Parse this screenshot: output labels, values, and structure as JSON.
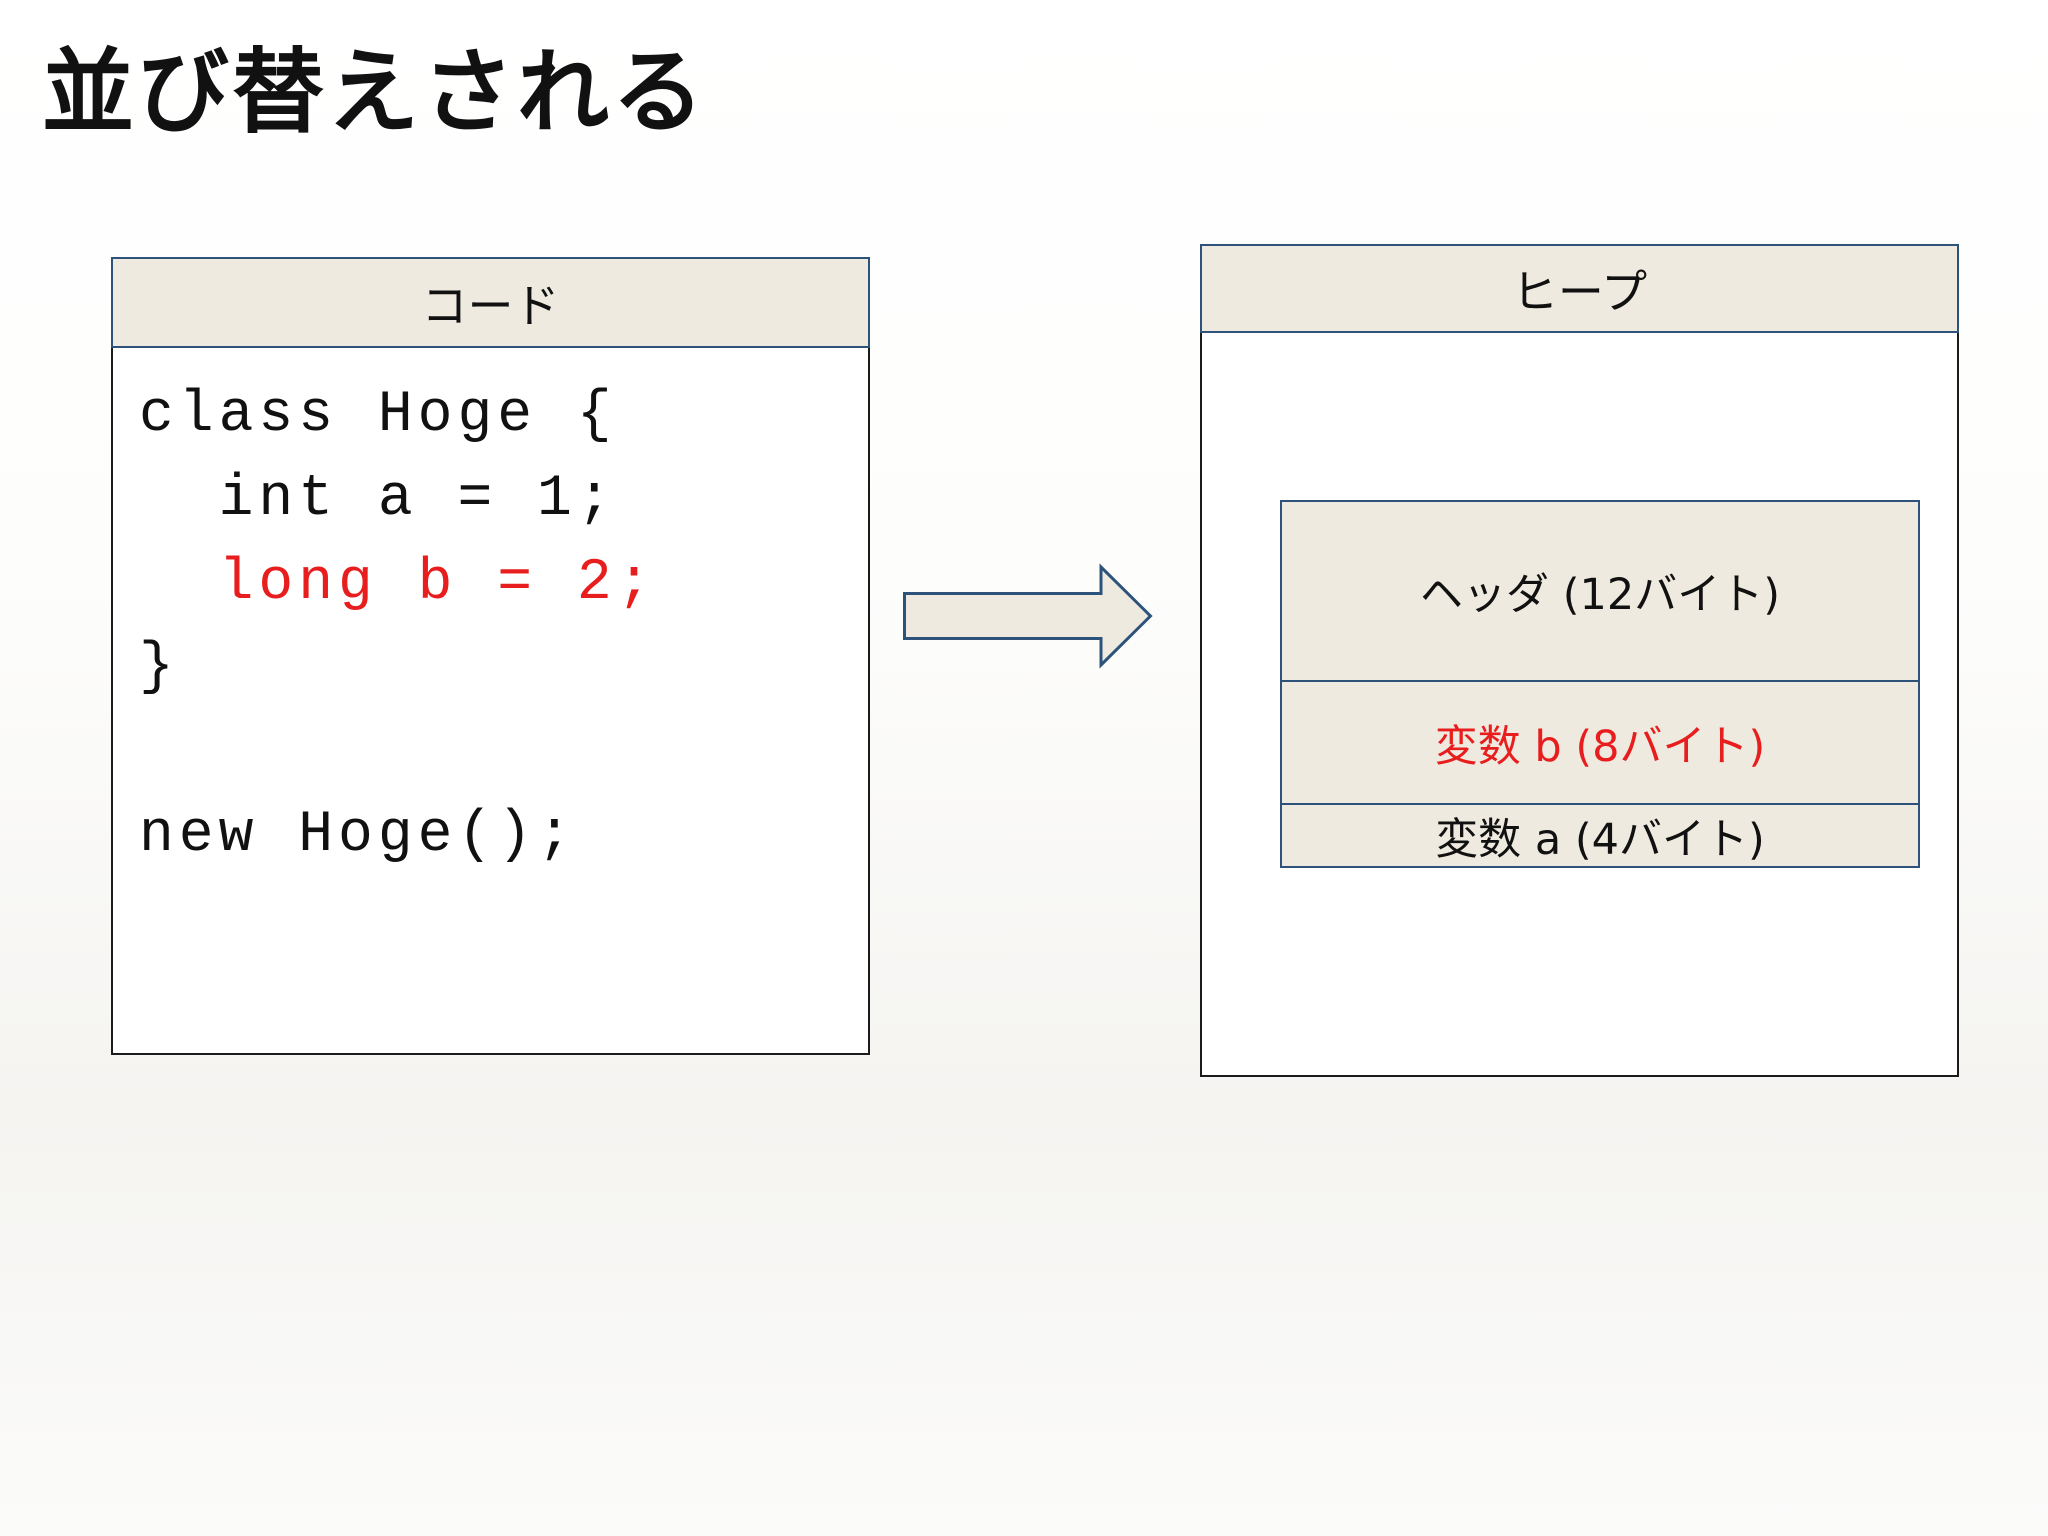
{
  "slide": {
    "title": "並び替えされる"
  },
  "code_panel": {
    "header": "コード",
    "language_note": "java",
    "lines": [
      {
        "text": "class Hoge {",
        "color": "black"
      },
      {
        "text": "  int a = 1;",
        "color": "black"
      },
      {
        "text": "  long b = 2;",
        "color": "red"
      },
      {
        "text": "}",
        "color": "black"
      },
      {
        "text": "",
        "color": "black"
      },
      {
        "text": "new Hoge();",
        "color": "black"
      }
    ]
  },
  "arrow": {
    "direction": "right"
  },
  "heap_panel": {
    "header": "ヒープ",
    "blocks": [
      {
        "label": "ヘッダ (12バイト)",
        "bytes": 12,
        "color": "black"
      },
      {
        "label": "変数 b (8バイト)",
        "bytes": 8,
        "color": "red"
      },
      {
        "label": "変数 a (4バイト)",
        "bytes": 4,
        "color": "black"
      }
    ]
  },
  "colors": {
    "accent_red": "#e81e1e",
    "panel_fill": "#eeeadf",
    "panel_border_blue": "#2e537b",
    "outer_border": "#1b1b1b",
    "text_black": "#111111"
  }
}
